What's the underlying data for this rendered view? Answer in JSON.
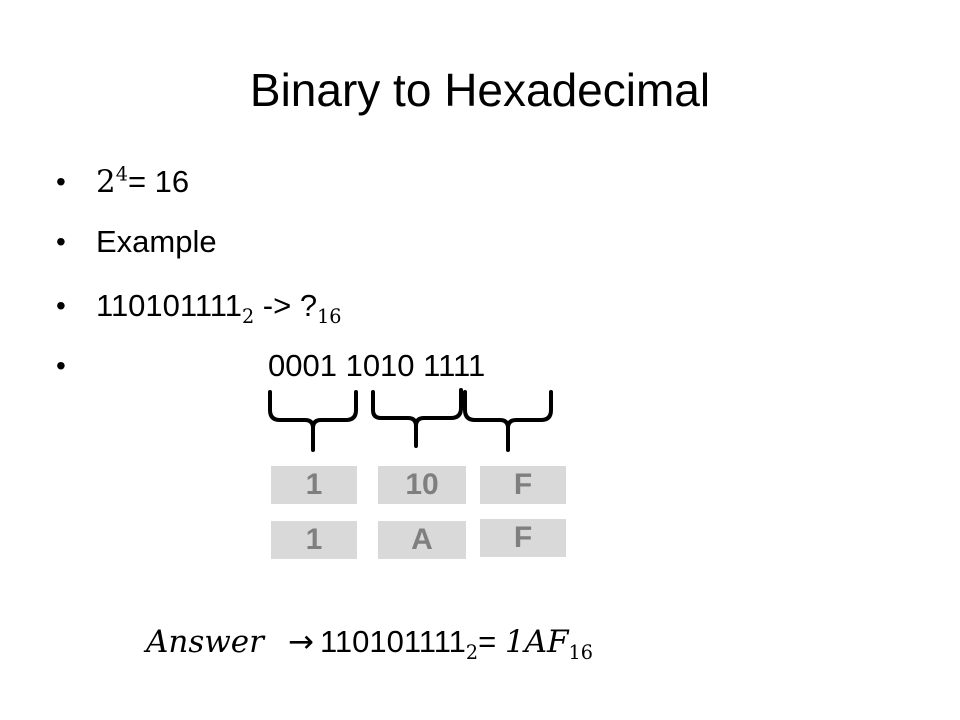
{
  "slide": {
    "title": "Binary to Hexadecimal",
    "bullet_symbol": "•",
    "bullets": {
      "power": {
        "base": "2",
        "exponent": "4",
        "rest": "= 16"
      },
      "example": "Example",
      "question": {
        "number": "110101111",
        "base_sub": "2",
        "arrow": " -> ",
        "unknown": "?",
        "target_sub": "16"
      },
      "groups": "0001 1010 1111"
    },
    "boxes": {
      "row1": [
        "1",
        "10",
        "F"
      ],
      "row2": [
        "1",
        "A",
        "F"
      ]
    },
    "answer": {
      "label": "Answer",
      "arrow": "→",
      "number": "110101111",
      "base_sub": "2",
      "equals": "= ",
      "result": "1AF",
      "result_sub": "16"
    }
  }
}
